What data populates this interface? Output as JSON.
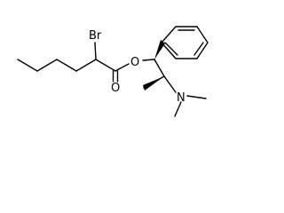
{
  "structure": {
    "atom_labels": {
      "bromine": "Br",
      "ester_oxygen": "O",
      "carbonyl_oxygen": "O",
      "nitrogen": "N"
    },
    "colors": {
      "bond": "#000000",
      "label": "#000000",
      "background": "#ffffff"
    }
  }
}
